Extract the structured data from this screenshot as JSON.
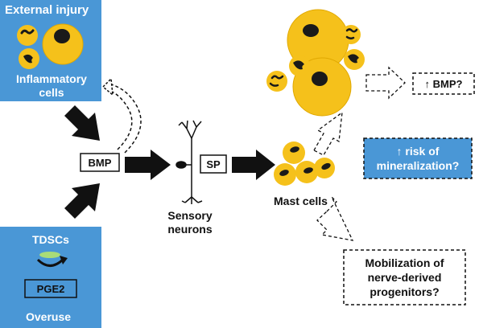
{
  "colors": {
    "panel_blue": "#4a97d6",
    "cell_yellow": "#f5c11b",
    "nucleus": "#1a1a1a",
    "arrow": "#111111",
    "tdsc_ellipse": "#a9dc78"
  },
  "panels": {
    "top_left": {
      "title": "External injury",
      "subtitle": "Inflammatory cells"
    },
    "bottom_left": {
      "title": "TDSCs",
      "box": "PGE2",
      "footer": "Overuse"
    }
  },
  "nodes": {
    "bmp": "BMP",
    "sp": "SP",
    "sensory_neurons": "Sensory\nneurons",
    "mast_cells": "Mast cells"
  },
  "outcomes": {
    "bmp_up": "↑ BMP?",
    "mineralization": "↑ risk of\nmineralization?",
    "mobilization": "Mobilization of\nnerve-derived\nprogenitors?"
  },
  "icons": {
    "injury_cells": "inflammatory-cells-icon",
    "neuron": "sensory-neuron-icon",
    "mast_cells": "mast-cells-icon",
    "degranulated": "degranulated-mast-cells-icon",
    "tdsc": "tdsc-cell-icon"
  }
}
